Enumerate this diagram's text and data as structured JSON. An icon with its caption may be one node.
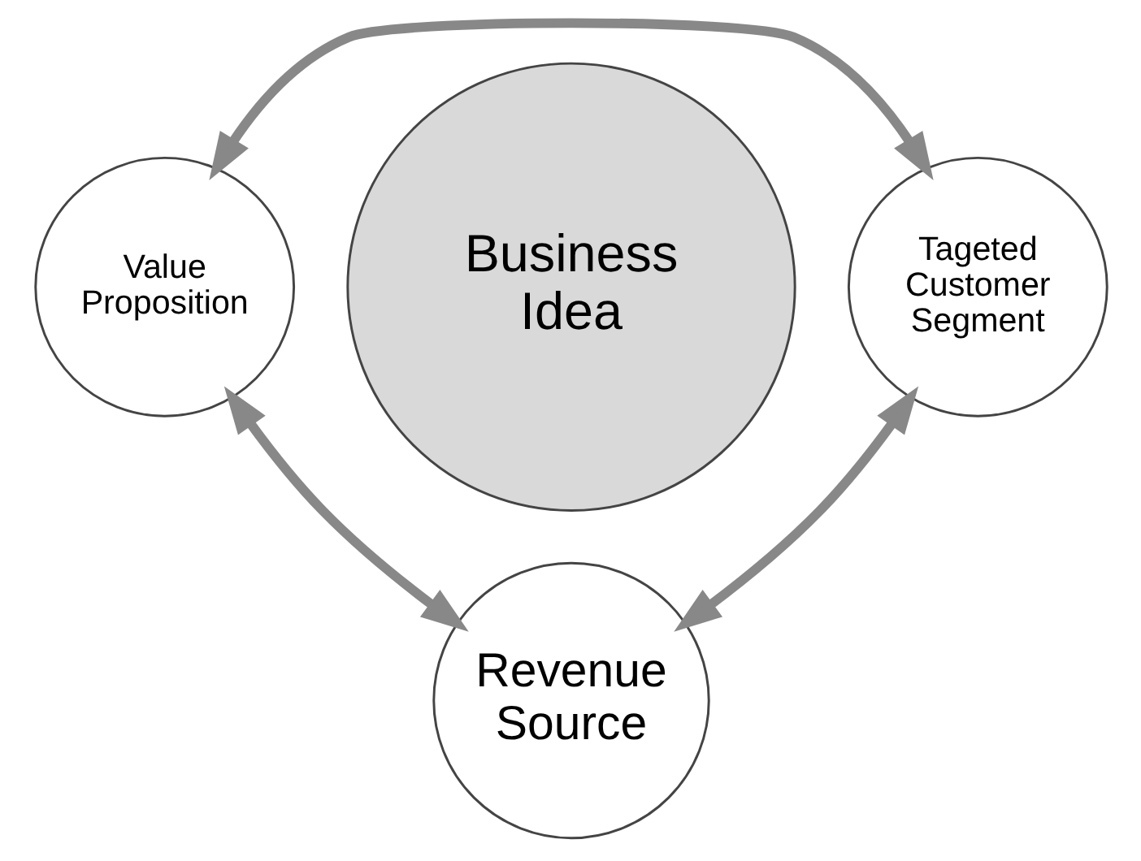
{
  "diagram": {
    "nodes": [
      {
        "text": [
          "Business Idea"
        ]
      },
      {
        "text": [
          "Value Proposition"
        ]
      },
      {
        "text": [
          "Tageted Customer Segment"
        ]
      },
      {
        "text": [
          "Revenue Source"
        ]
      }
    ],
    "edges": [
      {
        "from": 1,
        "to": 2,
        "arrow": "both"
      },
      {
        "from": 1,
        "to": 3,
        "arrow": "both"
      },
      {
        "from": 2,
        "to": 3,
        "arrow": "both"
      }
    ]
  }
}
